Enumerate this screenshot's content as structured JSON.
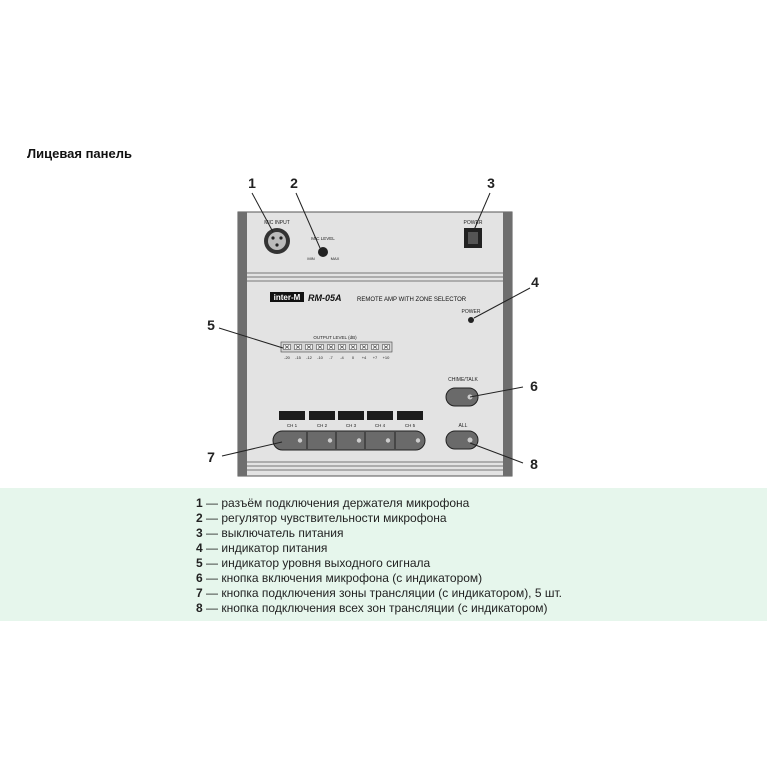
{
  "section_title": "Лицевая панель",
  "panel": {
    "brand": "inter-M",
    "model": "RM-05A",
    "model_desc": "REMOTE AMP WITH ZONE SELECTOR",
    "mic_input_label": "MIC INPUT",
    "mic_level_label": "MIC LEVEL",
    "min_label": "MIN",
    "max_label": "MAX",
    "power_switch_label": "POWER",
    "power_led_label": "POWER",
    "output_level_label": "OUTPUT LEVEL (dB)",
    "output_ticks": [
      "-20",
      "-15",
      "-12",
      "-10",
      "-7",
      "-4",
      "0",
      "+4",
      "+7",
      "+10"
    ],
    "chime_label": "CHIME/TALK",
    "all_label": "ALL",
    "channels": [
      "CH 1",
      "CH 2",
      "CH 3",
      "CH 4",
      "CH 5"
    ]
  },
  "callouts": [
    "1",
    "2",
    "3",
    "4",
    "5",
    "6",
    "7",
    "8"
  ],
  "legend": [
    {
      "num": "1",
      "text": "— разъём подключения держателя микрофона"
    },
    {
      "num": "2",
      "text": "— регулятор чувствительности микрофона"
    },
    {
      "num": "3",
      "text": "— выключатель питания"
    },
    {
      "num": "4",
      "text": "— индикатор питания"
    },
    {
      "num": "5",
      "text": "— индикатор уровня выходного сигнала"
    },
    {
      "num": "6",
      "text": "— кнопка включения микрофона (с индикатором)"
    },
    {
      "num": "7",
      "text": "— кнопка подключения зоны трансляции (с индикатором), 5 шт."
    },
    {
      "num": "8",
      "text": "— кнопка подключения всех зон трансляции (с индикатором)"
    }
  ],
  "colors": {
    "legend_bg": "#e6f6ec",
    "panel_face": "#e3e3e3",
    "panel_side": "#6e6e6e"
  }
}
